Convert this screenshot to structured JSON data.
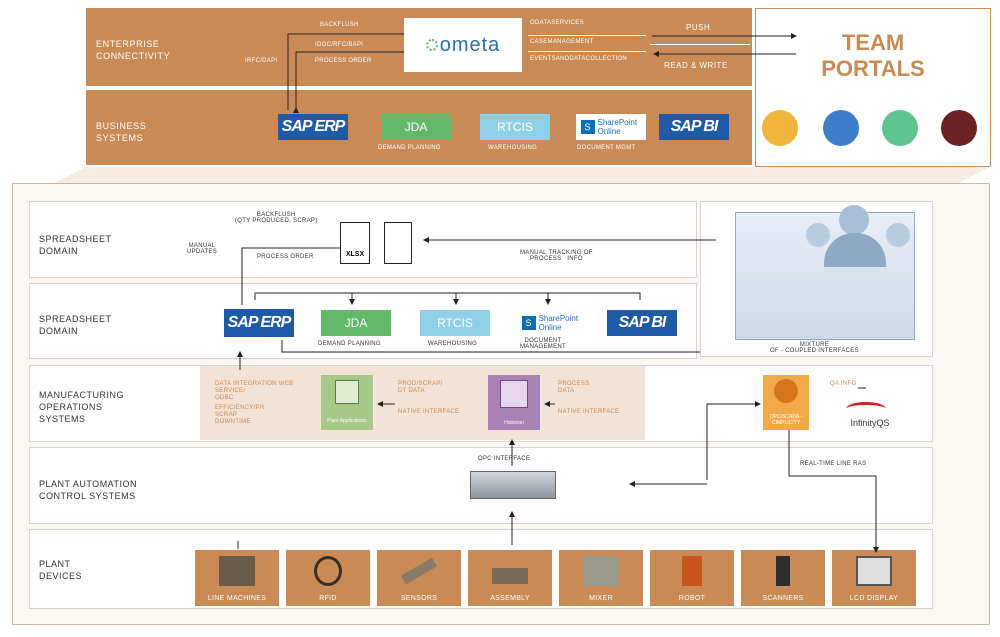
{
  "enterprise": {
    "label": "ENTERPRISE\nCONNECTIVITY",
    "backflush": "BACKFLUSH",
    "idoc": "IDOC/RFC/BAPI",
    "irfc": "IRFC/DAPI",
    "process_order": "PROCESS ORDER",
    "ometa": "ometa",
    "odata": "ODATASERVICES",
    "case": "CASEMANAGEMENT",
    "events": "EVENTSANDDATACOLLECTION",
    "push": "PUSH",
    "read_write": "READ & WRITE"
  },
  "team_portals": {
    "title": "TEAM\nPORTALS",
    "colors": [
      "#f2b43c",
      "#3d7ec9",
      "#5fc48f",
      "#6a2222"
    ]
  },
  "business": {
    "label": "BUSINESS\nSYSTEMS",
    "sap_erp": "SAP ERP",
    "jda": "JDA",
    "jda_caption": "DEMAND PLANNING",
    "rtcis": "RTCIS",
    "rtcis_caption": "WAREHOUSING",
    "sharepoint": "SharePoint Online",
    "sharepoint_caption": "DOCUMENT MGMT",
    "sap_bi": "SAP BI"
  },
  "spreadsheet1": {
    "label": "SPREADSHEET\nDOMAIN",
    "backflush": "BACKFLUSH\n(QTY PRODUCED, SCRAP)",
    "manual_updates": "MANUAL\nUPDATES",
    "process_order": "PROCESS ORDER",
    "xlsx": "XLSX",
    "manual_tracking": "MANUAL TRACKING OF\nPROCESS   INFO",
    "mixture": "MIXTURE\nOF - COUPLED INTERFACES"
  },
  "spreadsheet2": {
    "label": "SPREADSHEET\nDOMAIN",
    "sap_erp": "SAP ERP",
    "jda": "JDA",
    "jda_caption": "DEMAND  PLANNING",
    "rtcis": "RTCIS",
    "rtcis_caption": "WAREHOUSING",
    "sharepoint": "SharePoint Online",
    "sharepoint_caption": "DOCUMENT\nMANAGEMENT",
    "sap_bi": "SAP BI"
  },
  "mos": {
    "label": "MANUFACTURING\nOPERATIONS\nSYSTEMS",
    "data_integration": "DATA INTEGRATION WEB\nSERVICE/\nODBC",
    "efficiency": "EFFICIENCY/PR\nSCRAP\nDOWNTIME",
    "plant_apps": "Plant Applications",
    "prod_scrap": "PROD/SCRAP/\nDT DATA",
    "native1": "NATIVE INTERFACE",
    "historian": "Historian",
    "process_data": "PROCESS\nDATA",
    "native2": "NATIVE INTERFACE",
    "cimplicity": "OPC/SCADA -\nCIMPLICITY",
    "qa_info": "QA INFO",
    "infinity": "InfinityQS"
  },
  "pacs": {
    "label": "PLANT AUTOMATION\nCONTROL SYSTEMS",
    "opc": "OPC INTERFACE",
    "realtime": "REAL-TIME LINE RAS"
  },
  "devices": {
    "label": "PLANT\nDEVICES",
    "items": [
      "LINE MACHINES",
      "RFID",
      "SENSORS",
      "ASSEMBLY",
      "MIXER",
      "ROBOT",
      "SCANNERS",
      "LCD DISPLAY"
    ]
  }
}
